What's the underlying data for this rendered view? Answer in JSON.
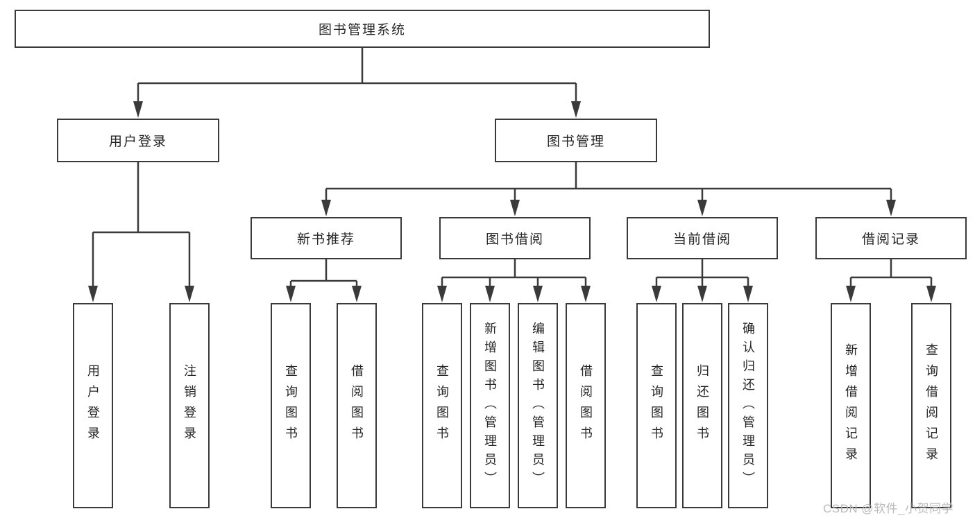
{
  "diagram_title": "图书管理系统",
  "colors": {
    "line": "#3a3a3a",
    "text": "#262626",
    "watermark": "#b5b5b5",
    "background": "#ffffff"
  },
  "nodes": {
    "root": {
      "label": "图书管理系统"
    },
    "level2": [
      {
        "label": "用户登录"
      },
      {
        "label": "图书管理"
      }
    ],
    "level3": [
      {
        "label": "新书推荐"
      },
      {
        "label": "图书借阅"
      },
      {
        "label": "当前借阅"
      },
      {
        "label": "借阅记录"
      }
    ],
    "leaves": {
      "user_login": [
        {
          "label": "用户登录"
        },
        {
          "label": "注销登录"
        }
      ],
      "new_books": [
        {
          "label": "查询图书"
        },
        {
          "label": "借阅图书"
        }
      ],
      "book_borrow": [
        {
          "label": "查询图书"
        },
        {
          "label": "新增图书（管理员）"
        },
        {
          "label": "编辑图书（管理员）"
        },
        {
          "label": "借阅图书"
        }
      ],
      "current_borrow": [
        {
          "label": "查询图书"
        },
        {
          "label": "归还图书"
        },
        {
          "label": "确认归还（管理员）"
        }
      ],
      "borrow_records": [
        {
          "label": "新增借阅记录"
        },
        {
          "label": "查询借阅记录"
        }
      ]
    }
  },
  "watermark": "CSDN @软件_小贺同学"
}
